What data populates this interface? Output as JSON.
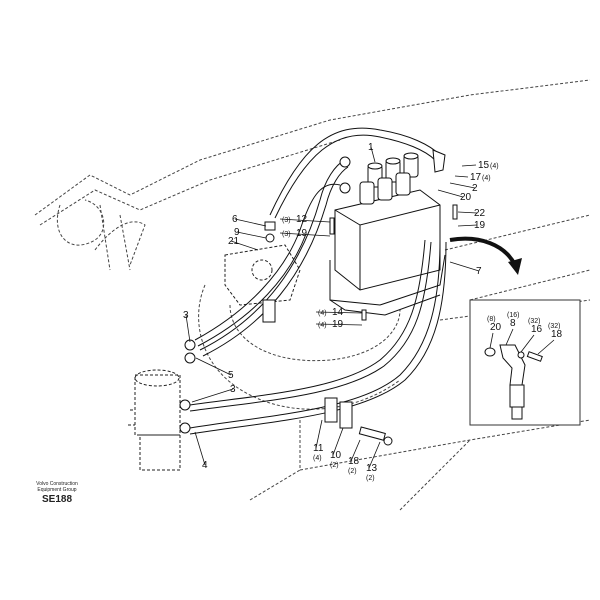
{
  "diagram": {
    "footer": {
      "organization_line1": "Volvo Construction",
      "organization_line2": "Equipment Group",
      "code": "SE188"
    },
    "callouts": [
      {
        "id": "c1",
        "text": "1",
        "qty": ""
      },
      {
        "id": "c15",
        "text": "15",
        "qty": "(4)"
      },
      {
        "id": "c17",
        "text": "17",
        "qty": "(4)"
      },
      {
        "id": "c2",
        "text": "2",
        "qty": ""
      },
      {
        "id": "c20",
        "text": "20",
        "qty": ""
      },
      {
        "id": "c22",
        "text": "22",
        "qty": ""
      },
      {
        "id": "c19a",
        "text": "19",
        "qty": ""
      },
      {
        "id": "c6",
        "text": "6",
        "qty": ""
      },
      {
        "id": "c9",
        "text": "9",
        "qty": ""
      },
      {
        "id": "c21",
        "text": "21",
        "qty": ""
      },
      {
        "id": "c12",
        "text": "12",
        "qty": "(3)"
      },
      {
        "id": "c19b",
        "text": "19",
        "qty": "(3)"
      },
      {
        "id": "c7",
        "text": "7",
        "qty": ""
      },
      {
        "id": "c3a",
        "text": "3",
        "qty": ""
      },
      {
        "id": "c5",
        "text": "5",
        "qty": ""
      },
      {
        "id": "c3b",
        "text": "3",
        "qty": ""
      },
      {
        "id": "c4",
        "text": "4",
        "qty": ""
      },
      {
        "id": "c14",
        "text": "14",
        "qty": "(4)"
      },
      {
        "id": "c19c",
        "text": "19",
        "qty": "(4)"
      },
      {
        "id": "c11",
        "text": "11",
        "qty": "(4)"
      },
      {
        "id": "c10",
        "text": "10",
        "qty": "(2)"
      },
      {
        "id": "c18",
        "text": "18",
        "qty": "(2)"
      },
      {
        "id": "c13",
        "text": "13",
        "qty": "(2)"
      }
    ],
    "inset_callouts": [
      {
        "id": "i20",
        "text": "20",
        "qty": "(8)"
      },
      {
        "id": "i8",
        "text": "8",
        "qty": "(16)"
      },
      {
        "id": "i16",
        "text": "16",
        "qty": "(32)"
      },
      {
        "id": "i18",
        "text": "18",
        "qty": "(32)"
      }
    ],
    "colors": {
      "ink": "#111111",
      "background": "#ffffff"
    }
  }
}
